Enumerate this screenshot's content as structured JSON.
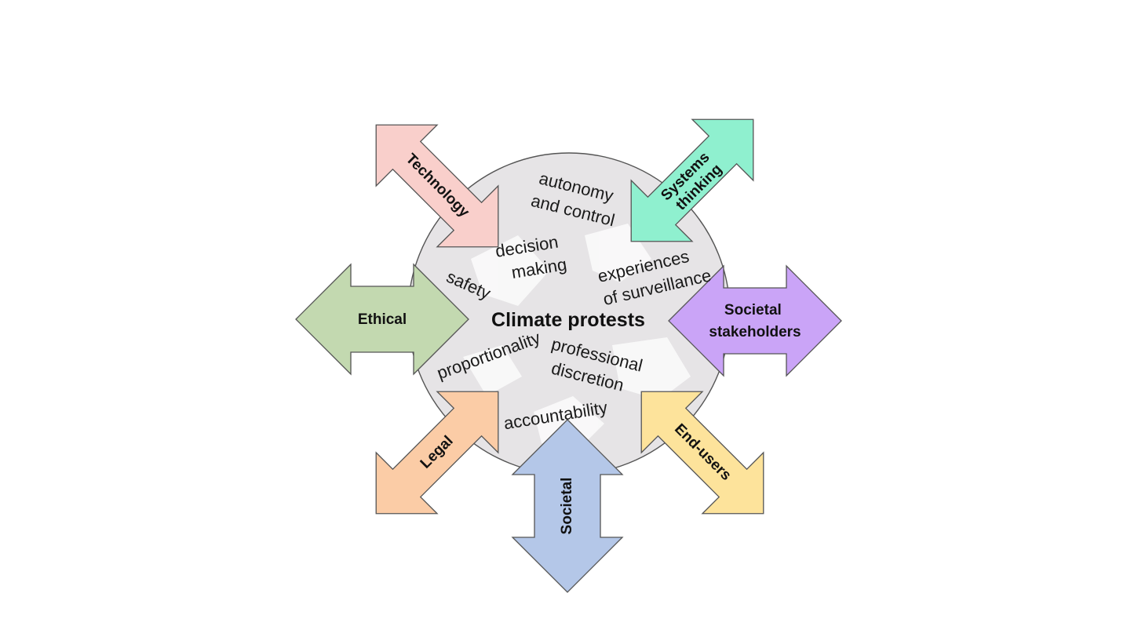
{
  "diagram": {
    "center": {
      "label": "Climate protests"
    },
    "concepts": [
      {
        "lines": [
          "autonomy",
          "and control"
        ]
      },
      {
        "lines": [
          "decision",
          "making"
        ]
      },
      {
        "lines": [
          "safety"
        ]
      },
      {
        "lines": [
          "experiences",
          "of surveillance"
        ]
      },
      {
        "lines": [
          "proportionality"
        ]
      },
      {
        "lines": [
          "professional",
          "discretion"
        ]
      },
      {
        "lines": [
          "accountability"
        ]
      }
    ],
    "perspectives": [
      {
        "lines": [
          "Technology"
        ],
        "color": "#f9cfcb"
      },
      {
        "lines": [
          "Systems",
          "thinking"
        ],
        "color": "#8ff0cf"
      },
      {
        "lines": [
          "Ethical"
        ],
        "color": "#c3d9b0"
      },
      {
        "lines": [
          "Societal",
          "stakeholders"
        ],
        "color": "#caa4f7"
      },
      {
        "lines": [
          "Legal"
        ],
        "color": "#fbcca6"
      },
      {
        "lines": [
          "Societal"
        ],
        "color": "#b4c7e8"
      },
      {
        "lines": [
          "End-users"
        ],
        "color": "#fde39b"
      }
    ],
    "colors": {
      "circle_fill": "#e6e4e6",
      "circle_stroke": "#555555"
    }
  }
}
